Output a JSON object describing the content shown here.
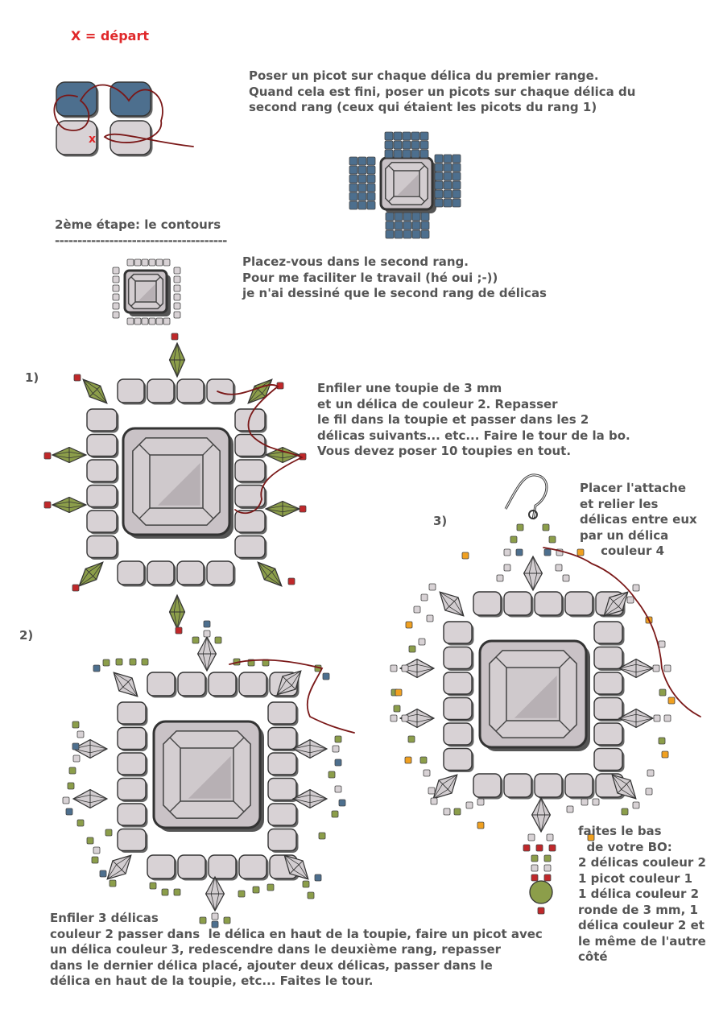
{
  "legend": {
    "start": "X = départ"
  },
  "start_mark": "x",
  "step1": {
    "text": "Poser un picot sur chaque délica du premier range.\nQuand cela est fini, poser un picots sur chaque délica du\nsecond rang (ceux qui étaient les picots du rang 1)"
  },
  "step2": {
    "heading": "2ème étape: le contours",
    "underline": "--------------------------------------",
    "text": "Placez-vous dans le second rang.\nPour me faciliter le travail (hé oui ;-))\nje n'ai dessiné que le second rang de délicas"
  },
  "part1": {
    "number": "1)",
    "text": "Enfiler une toupie de 3 mm\net un délica de couleur 2. Repasser\nle fil dans la toupie et passer dans les 2\ndélicas suivants... etc... Faire le tour de la bo.\nVous devez poser 10 toupies en tout."
  },
  "part2": {
    "number": "2)",
    "text": "Enfiler 3 délicas\ncouleur 2 passer dans  le délica en haut de la toupie, faire un picot avec\nun délica couleur 3, redescendre dans le deuxième rang, repasser\ndans le dernier délica placé, ajouter deux délicas, passer dans le\ndélica en haut de la toupie, etc... Faites le tour."
  },
  "part3": {
    "number": "3)",
    "attach_text": "Placer l'attache\net relier les\ndélicas entre eux\npar un délica\n     couleur 4",
    "bottom_text": "faites le bas\n  de votre BO:\n2 délicas couleur 2\n1 picot couleur 1\n1 délica couleur 2\nronde de 3 mm, 1\ndélica couleur 2 et\nle même de l'autre\ncôté"
  },
  "colors": {
    "text": "#555555",
    "legend": "#e0282a",
    "thread": "#7a1818",
    "blue_bead": "#4d6f8e",
    "green_bead": "#8c9e4a",
    "red_bead": "#c0282a",
    "orange_bead": "#f0a020",
    "crystal": "#c9c2c6"
  }
}
